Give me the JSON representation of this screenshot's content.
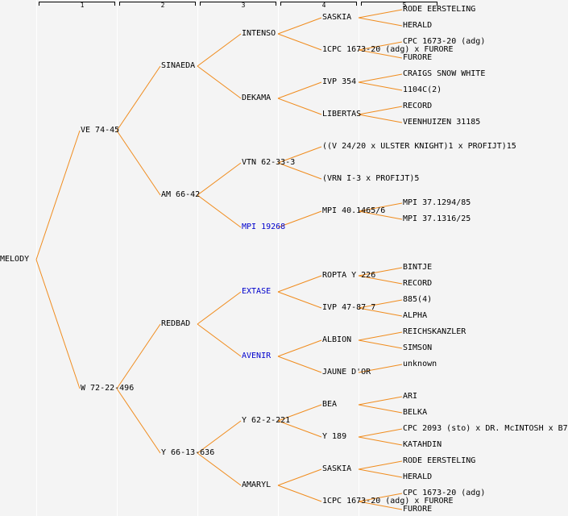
{
  "columns": [
    "1",
    "2",
    "3",
    "4",
    "5"
  ],
  "colors": {
    "line": "#f08c1e",
    "text": "#000000",
    "link": "#0000cc",
    "background": "#f4f4f4"
  },
  "root": {
    "name": "MELODY",
    "highlight": false,
    "children": [
      {
        "name": "VE 74-45",
        "highlight": false,
        "children": [
          {
            "name": "SINAEDA",
            "highlight": false,
            "children": [
              {
                "name": "INTENSO",
                "highlight": false,
                "children": [
                  {
                    "name": "SASKIA",
                    "highlight": false,
                    "children": [
                      {
                        "name": "RODE EERSTELING",
                        "highlight": false
                      },
                      {
                        "name": "HERALD",
                        "highlight": false
                      }
                    ]
                  },
                  {
                    "name": "1CPC 1673-20 (adg) x FURORE",
                    "highlight": false,
                    "children": [
                      {
                        "name": "CPC 1673-20 (adg)",
                        "highlight": false
                      },
                      {
                        "name": "FURORE",
                        "highlight": false
                      }
                    ]
                  }
                ]
              },
              {
                "name": "DEKAMA",
                "highlight": false,
                "children": [
                  {
                    "name": "IVP 354",
                    "highlight": false,
                    "children": [
                      {
                        "name": "CRAIGS SNOW WHITE",
                        "highlight": false
                      },
                      {
                        "name": "1104C(2)",
                        "highlight": false
                      }
                    ]
                  },
                  {
                    "name": "LIBERTAS",
                    "highlight": false,
                    "children": [
                      {
                        "name": "RECORD",
                        "highlight": false
                      },
                      {
                        "name": "VEENHUIZEN 31185",
                        "highlight": false
                      }
                    ]
                  }
                ]
              }
            ]
          },
          {
            "name": "AM 66-42",
            "highlight": false,
            "children": [
              {
                "name": "VTN 62-33-3",
                "highlight": false,
                "children": [
                  {
                    "name": "((V 24/20 x ULSTER KNIGHT)1 x PROFIJT)15",
                    "highlight": false,
                    "children": []
                  },
                  {
                    "name": "(VRN I-3 x PROFIJT)5",
                    "highlight": false,
                    "children": []
                  }
                ]
              },
              {
                "name": "MPI 19268",
                "highlight": true,
                "children": [
                  {
                    "name": "MPI 40.1465/6",
                    "highlight": false,
                    "children": [
                      {
                        "name": "MPI 37.1294/85",
                        "highlight": false
                      },
                      {
                        "name": "MPI 37.1316/25",
                        "highlight": false
                      }
                    ]
                  }
                ]
              }
            ]
          }
        ]
      },
      {
        "name": "W 72-22-496",
        "highlight": false,
        "children": [
          {
            "name": "REDBAD",
            "highlight": false,
            "children": [
              {
                "name": "EXTASE",
                "highlight": true,
                "children": [
                  {
                    "name": "ROPTA Y 226",
                    "highlight": false,
                    "children": [
                      {
                        "name": "BINTJE",
                        "highlight": false
                      },
                      {
                        "name": "RECORD",
                        "highlight": false
                      }
                    ]
                  },
                  {
                    "name": "IVP 47-87 7",
                    "highlight": false,
                    "children": [
                      {
                        "name": "885(4)",
                        "highlight": false
                      },
                      {
                        "name": "ALPHA",
                        "highlight": false
                      }
                    ]
                  }
                ]
              },
              {
                "name": "AVENIR",
                "highlight": true,
                "children": [
                  {
                    "name": "ALBION",
                    "highlight": false,
                    "children": [
                      {
                        "name": "REICHSKANZLER",
                        "highlight": false
                      },
                      {
                        "name": "SIMSON",
                        "highlight": false
                      }
                    ]
                  },
                  {
                    "name": "JAUNE D'OR",
                    "highlight": false,
                    "children": [
                      {
                        "name": "unknown",
                        "highlight": false
                      }
                    ]
                  }
                ]
              }
            ]
          },
          {
            "name": "Y 66-13-636",
            "highlight": false,
            "children": [
              {
                "name": "Y 62-2-221",
                "highlight": false,
                "children": [
                  {
                    "name": "BEA",
                    "highlight": false,
                    "children": [
                      {
                        "name": "ARI",
                        "highlight": false
                      },
                      {
                        "name": "BELKA",
                        "highlight": false
                      }
                    ]
                  },
                  {
                    "name": "Y 189",
                    "highlight": false,
                    "children": [
                      {
                        "name": "CPC 2093 (sto) x DR. McINTOSH x B7",
                        "highlight": false
                      },
                      {
                        "name": "KATAHDIN",
                        "highlight": false
                      }
                    ]
                  }
                ]
              },
              {
                "name": "AMARYL",
                "highlight": false,
                "children": [
                  {
                    "name": "SASKIA",
                    "highlight": false,
                    "children": [
                      {
                        "name": "RODE EERSTELING",
                        "highlight": false
                      },
                      {
                        "name": "HERALD",
                        "highlight": false
                      }
                    ]
                  },
                  {
                    "name": "1CPC 1673-20 (adg) x FURORE",
                    "highlight": false,
                    "children": [
                      {
                        "name": "CPC 1673-20 (adg)",
                        "highlight": false
                      },
                      {
                        "name": "FURORE",
                        "highlight": false
                      }
                    ]
                  }
                ]
              }
            ]
          }
        ]
      }
    ]
  }
}
